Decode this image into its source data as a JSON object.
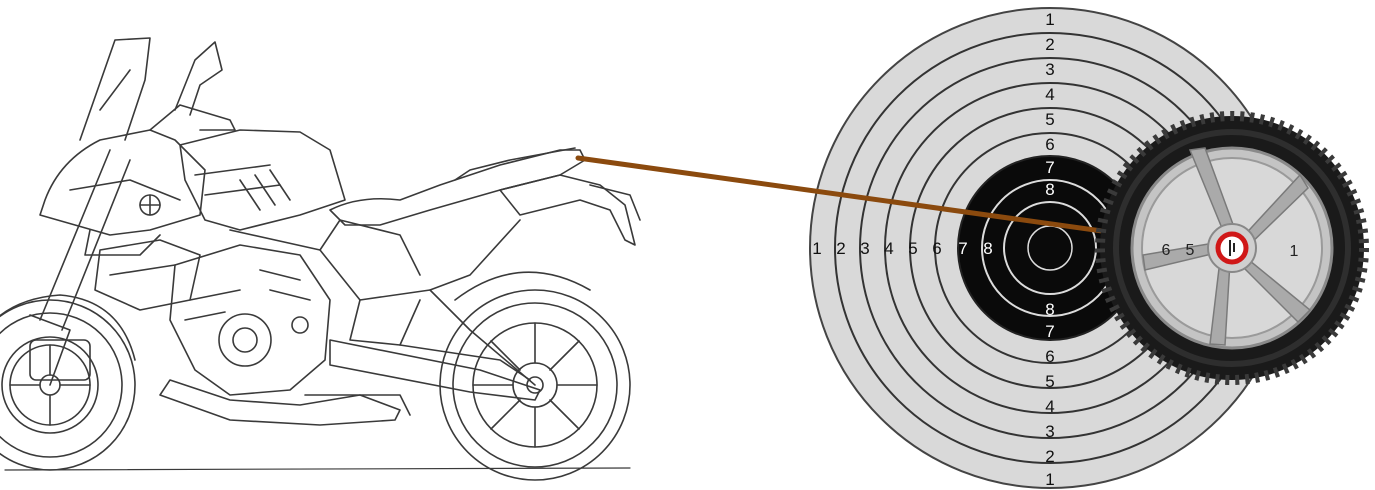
{
  "target": {
    "top_labels": [
      "1",
      "2",
      "3",
      "4",
      "5",
      "6",
      "7",
      "8"
    ],
    "bottom_labels": [
      "8",
      "7",
      "6",
      "5",
      "4",
      "3",
      "2",
      "1"
    ],
    "left_labels": [
      "1",
      "2",
      "3",
      "4",
      "5",
      "6",
      "7",
      "8"
    ],
    "right_labels": [
      "6",
      "5",
      "1"
    ]
  },
  "colors": {
    "connector": "#8B4A0E",
    "target_paper": "#d9d9d9",
    "target_black": "#0a0a0a",
    "marker": "#d01818",
    "tyre": "#1a1a1a",
    "rim": "#bfbfbf"
  },
  "icons": {
    "motorcycle": "motorcycle-line-drawing",
    "target": "shooting-target",
    "wheel": "rear-wheel-with-tyre",
    "marker": "red-ring-marker"
  }
}
